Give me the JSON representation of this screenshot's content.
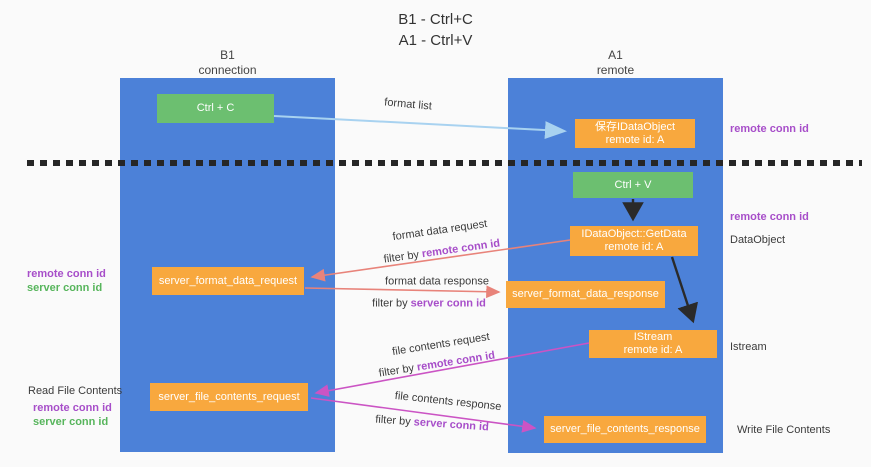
{
  "title": {
    "line1": "B1 - Ctrl+C",
    "line2": "A1 - Ctrl+V"
  },
  "columns": {
    "left": {
      "header_line1": "B1",
      "header_line2": "connection"
    },
    "right": {
      "header_line1": "A1",
      "header_line2": "remote"
    }
  },
  "boxes": {
    "ctrl_c": "Ctrl + C",
    "ctrl_v": "Ctrl + V",
    "save_idataobject_line1": "保存IDataObject",
    "save_idataobject_line2": "remote id: A",
    "getdata_line1": "IDataObject::GetData",
    "getdata_line2": "remote id: A",
    "istream_line1": "IStream",
    "istream_line2": "remote id: A",
    "server_format_data_request": "server_format_data_request",
    "server_format_data_response": "server_format_data_response",
    "server_file_contents_request": "server_file_contents_request",
    "server_file_contents_response": "server_file_contents_response"
  },
  "arrow_labels": {
    "format_list": "format list",
    "format_data_request": "format data request",
    "format_data_response": "format data response",
    "file_contents_request": "file contents request",
    "file_contents_response": "file contents response",
    "filter_by": "filter by ",
    "remote_conn_id": "remote conn id",
    "server_conn_id": "server conn id"
  },
  "side_labels": {
    "remote_conn_id": "remote conn id",
    "server_conn_id": "server conn id",
    "dataobject": "DataObject",
    "istream": "Istream",
    "read_file_contents": "Read File Contents",
    "write_file_contents": "Write File Contents"
  },
  "colors": {
    "column_blue": "#4c81d8",
    "box_orange": "#f8a83e",
    "box_green": "#6cbf70",
    "arrow_light_blue": "#a8d2f0",
    "arrow_salmon": "#e8837a",
    "arrow_magenta": "#cb54c4",
    "arrow_black": "#2a2a2a",
    "text_purple": "#a74ec9",
    "text_green": "#57b55c",
    "dashed_line": "#262626"
  }
}
